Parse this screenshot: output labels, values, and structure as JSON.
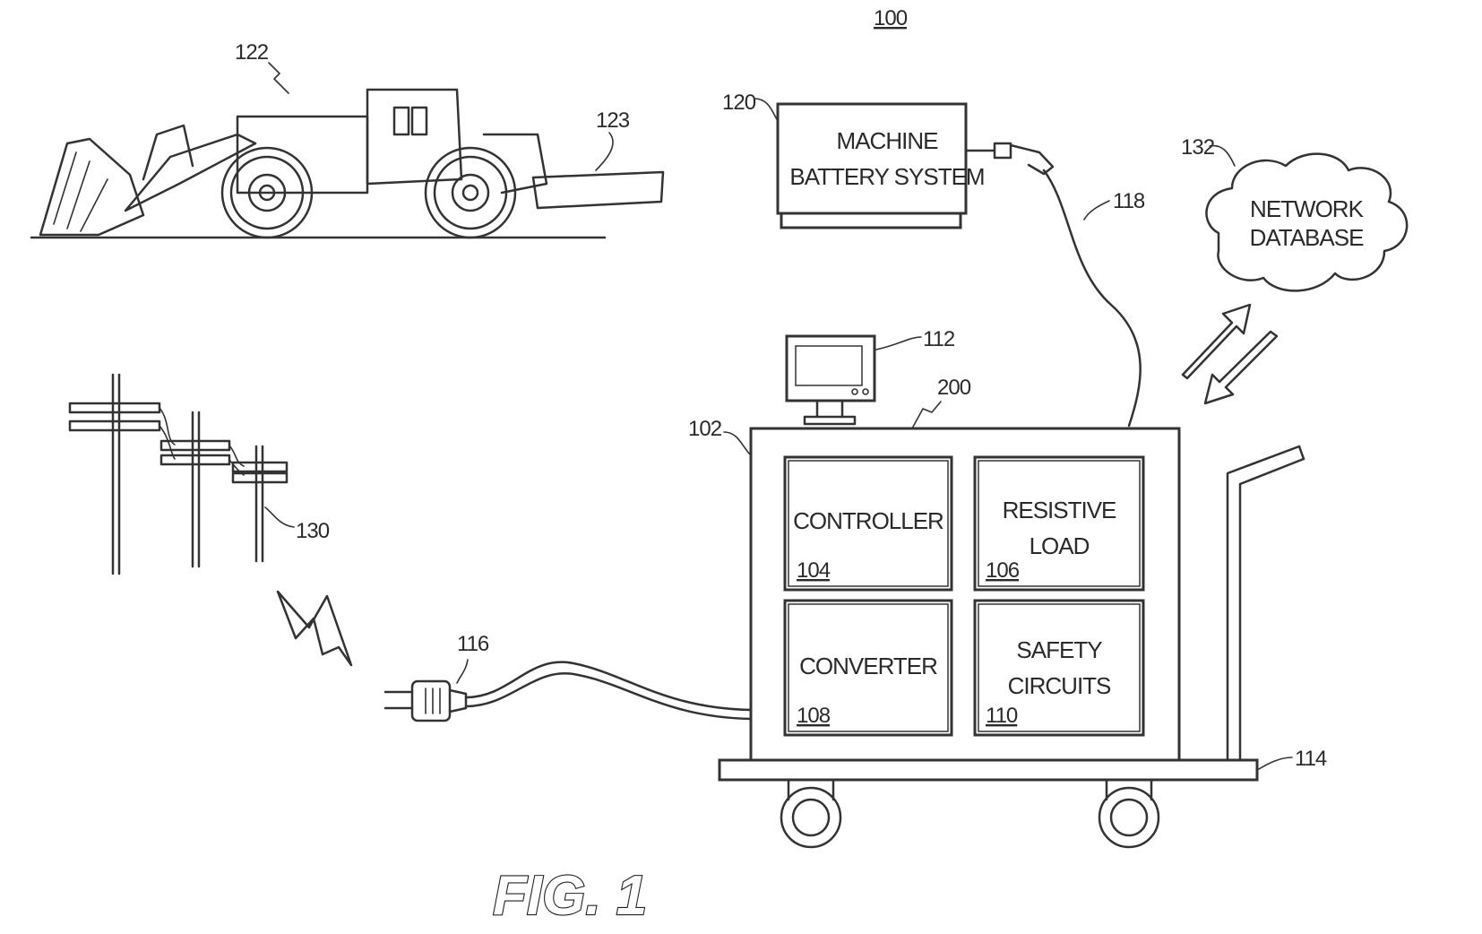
{
  "figure": {
    "number_label": "100",
    "caption": "FIG. 1"
  },
  "refs": {
    "loader": "122",
    "trailer": "123",
    "battery": "120",
    "cable_118": "118",
    "network": "132",
    "monitor": "112",
    "system": "200",
    "cabinet": "102",
    "power_lines": "130",
    "plug": "116",
    "cart": "114"
  },
  "blocks": {
    "battery": {
      "line1": "MACHINE",
      "line2": "BATTERY SYSTEM"
    },
    "network": {
      "line1": "NETWORK",
      "line2": "DATABASE"
    },
    "controller": {
      "label": "CONTROLLER",
      "ref": "104"
    },
    "resistive": {
      "line1": "RESISTIVE",
      "line2": "LOAD",
      "ref": "106"
    },
    "converter": {
      "label": "CONVERTER",
      "ref": "108"
    },
    "safety": {
      "line1": "SAFETY",
      "line2": "CIRCUITS",
      "ref": "110"
    }
  },
  "icons": [
    "loader-icon",
    "power-lines-icon",
    "lightning-icon",
    "plug-icon",
    "monitor-icon",
    "cloud-icon",
    "bidirectional-arrows-icon",
    "cart-icon"
  ]
}
